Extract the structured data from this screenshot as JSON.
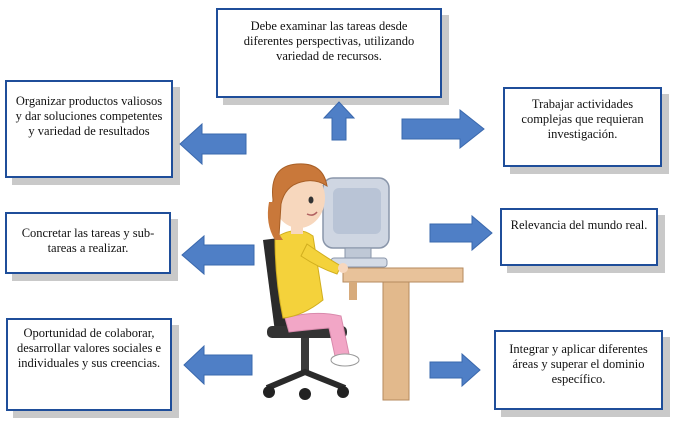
{
  "boxes": {
    "top": "Debe examinar las tareas desde diferentes perspectivas, utilizando variedad de recursos.",
    "left_top": "Organizar productos valiosos y dar soluciones competentes y variedad de resultados",
    "left_mid": "Concretar las tareas y sub-tareas a realizar.",
    "left_bottom": "Oportunidad de colaborar, desarrollar valores sociales e individuales y sus creencias.",
    "right_top": "Trabajar actividades complejas que requieran investigación.",
    "right_mid": "Relevancia del mundo real.",
    "right_bottom": "Integrar y aplicar diferentes áreas y superar el dominio específico."
  },
  "colors": {
    "border": "#1f4e9a",
    "arrow": "#4f7fc6",
    "shadow": "#c9c9c9"
  }
}
